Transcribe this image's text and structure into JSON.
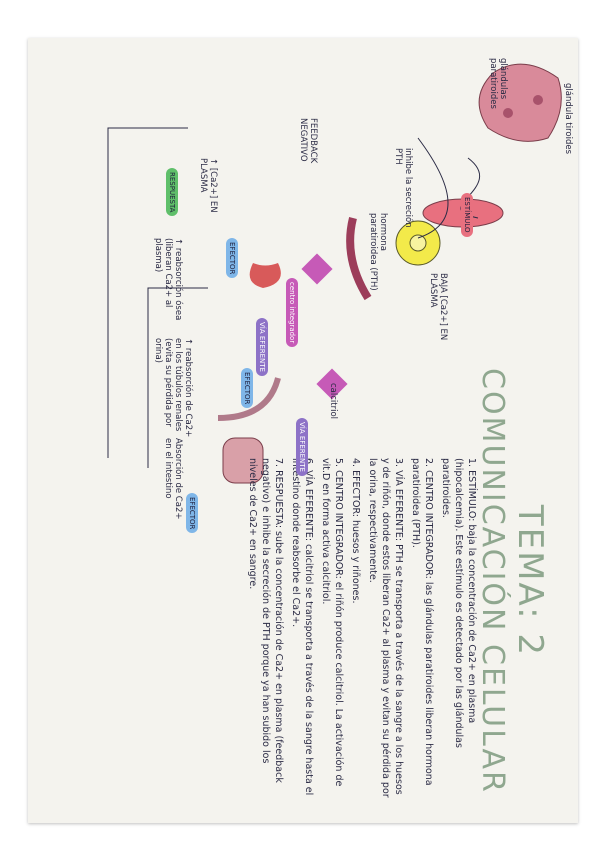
{
  "title": {
    "line1": "TEMA: 2",
    "line2": "COMUNICACIÓN CELULAR"
  },
  "notes": [
    "1. ESTÍMULO: baja la concentración de Ca2+ en plasma (hipocalcemia). Este estímulo es detectado por las glándulas paratiroides.",
    "2. CENTRO INTEGRADOR: las glándulas paratiroides liberan hormona paratiroidea (PTH).",
    "3. VÍA EFERENTE: PTH se transporta a través de la sangre a los huesos y de riñón, donde estos liberan Ca2+ al plasma y evitan su pérdida por la orina, respectivamente.",
    "4. EFECTOR: huesos y riñones.",
    "5. CENTRO INTEGRADOR: el riñón produce calcitriol. La activación de vit.D en forma activa calcitriol.",
    "6. VÍA EFERENTE: calcitriol se transporta a través de la sangre hasta el intestino donde reabsorbe el Ca2+.",
    "7. RESPUESTA: sube la concentración de Ca2+ en plasma (feedback negativo) e inhibe la secreción de PTH porque ya han subido los niveles de Ca2+ en sangre."
  ],
  "diagram": {
    "glands": "glándula tiroides",
    "parathyroid": "glándulas paratiroides",
    "stimulus": "ESTÍMULO",
    "low_ca": "BAJA [Ca2+] EN PLASMA",
    "hormone": "hormona paratiroidea (PTH)",
    "inhibits": "inhibe la secreción PTH",
    "feedback": "FEEDBACK NEGATIVO",
    "rise": "↑ [Ca2+] EN PLASMA",
    "response": "RESPUESTA",
    "center": "centro integrador",
    "efferent1": "VÍA EFERENTE",
    "efferent2": "VÍA EFERENTE",
    "effector1": "EFECTOR",
    "effector2": "EFECTOR",
    "effector3": "EFECTOR",
    "bone": "↑ reabsorción ósea (liberan Ca2+ al plasma)",
    "kidney": "↑ reabsorción de Ca2+ en los túbulos renales (evita su pérdida por orina)",
    "calcitriol": "calcitriol",
    "intestine": "Absorción de Ca2+ en el intestino"
  },
  "colors": {
    "title": "#8fa78f",
    "ink": "#2b2b45",
    "gland": "#d98a9a",
    "stimulus": "#e8707f",
    "response": "#5fbf6a",
    "effector": "#7fb6e8",
    "efferent": "#8d72c7",
    "center": "#c65ab7",
    "yellow": "#f3ea4a"
  }
}
